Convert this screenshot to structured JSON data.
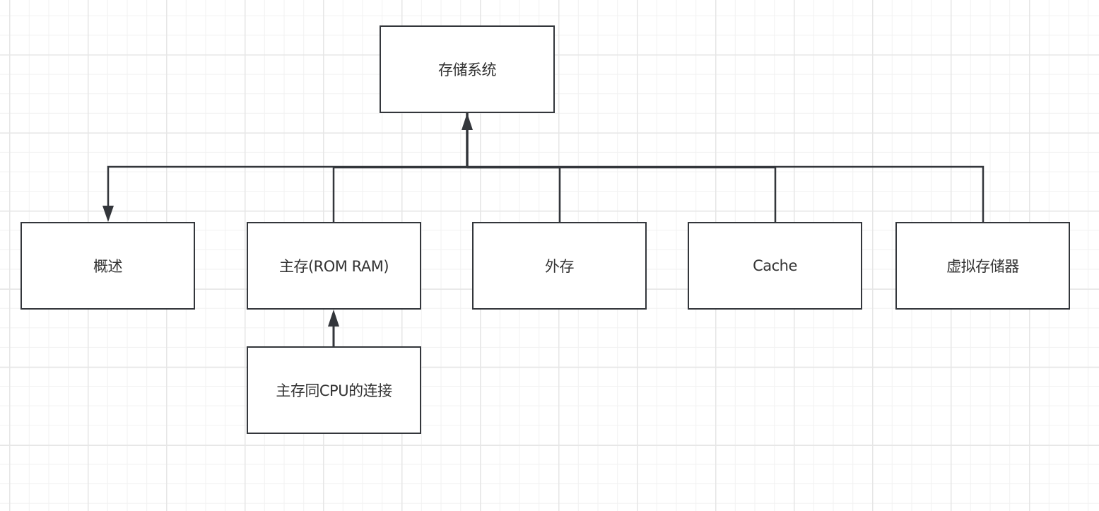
{
  "diagram": {
    "root": {
      "id": "root",
      "label": "存储系统"
    },
    "children": [
      {
        "id": "overview",
        "label": "概述"
      },
      {
        "id": "main-memory",
        "label": "主存(ROM RAM)"
      },
      {
        "id": "external-storage",
        "label": "外存"
      },
      {
        "id": "cache",
        "label": "Cache"
      },
      {
        "id": "virtual-memory",
        "label": "虚拟存储器"
      }
    ],
    "sub_nodes": [
      {
        "id": "main-cpu-connection",
        "label": "主存同CPU的连接",
        "parent": "main-memory"
      }
    ],
    "edges": [
      {
        "from": "overview",
        "to": "root",
        "arrow_at": "overview"
      },
      {
        "from": "main-memory",
        "to": "root",
        "arrow_at": "root"
      },
      {
        "from": "external-storage",
        "to": "root",
        "arrow_at": "root"
      },
      {
        "from": "cache",
        "to": "root",
        "arrow_at": "root"
      },
      {
        "from": "virtual-memory",
        "to": "root",
        "arrow_at": "root"
      },
      {
        "from": "main-cpu-connection",
        "to": "main-memory",
        "arrow_at": "main-memory"
      }
    ],
    "colors": {
      "stroke": "#33363b",
      "text": "#333333",
      "grid_major": "#e6e6e6",
      "grid_minor": "#f1f1f1",
      "background": "#ffffff"
    }
  }
}
